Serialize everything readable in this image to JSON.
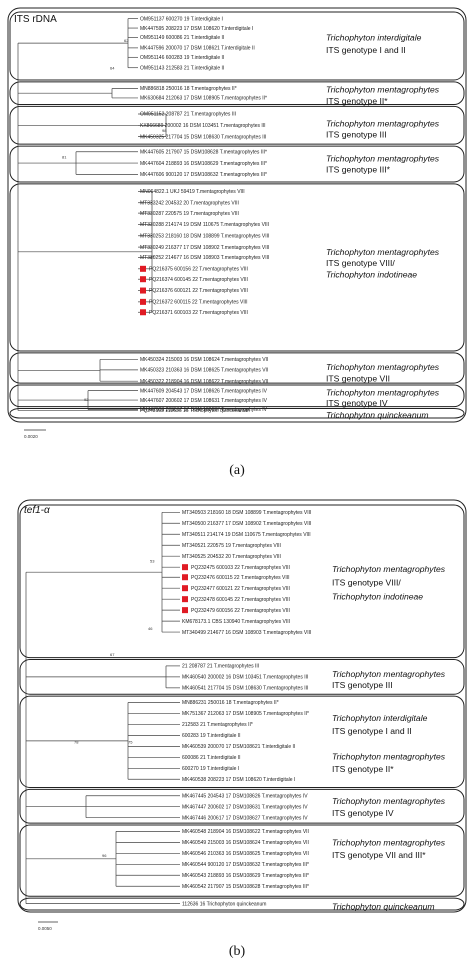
{
  "panels": [
    {
      "id": "a",
      "title": "ITS rDNA",
      "caption": "(a)",
      "scale_label": "0.0020",
      "groups": [
        {
          "label_lines": [
            {
              "t": "Trichophyton interdigitale",
              "i": true
            },
            {
              "t": "ITS genotype I and II",
              "i": false
            }
          ],
          "leaves": [
            {
              "t": "OM951137 600270 19 T.interdigitale I"
            },
            {
              "t": "MK447595 208223 17 DSM 108620 T.interdigitale I"
            },
            {
              "t": "OM951149 600086 21 T.interdigitale II"
            },
            {
              "t": "MK447596 200070 17 DSM 108621 T.interdigitale II"
            },
            {
              "t": "OM951146 600283 19 T.interdigitale II"
            },
            {
              "t": "OM951143 212583 21 T.interdigitale II"
            }
          ]
        },
        {
          "label_lines": [
            {
              "t": "Trichophyton mentagrophytes",
              "i": true
            },
            {
              "t": "ITS genotype II*",
              "i": false
            }
          ],
          "leaves": [
            {
              "t": "MN886818 250016 18 T.mentagrophytes II*"
            },
            {
              "t": "MK630684 212063 17 DSM 108905 T.mentagrophytes II*"
            }
          ]
        },
        {
          "label_lines": [
            {
              "t": "Trichophyton mentagrophytes",
              "i": true
            },
            {
              "t": "ITS genotype III",
              "i": false
            }
          ],
          "leaves": [
            {
              "t": "OM951152 208787 21 T.mentagrophytes III"
            },
            {
              "t": "KX866689 200002 16 DSM 103451 T.mentagrophytes III"
            },
            {
              "t": "MK450325 217704 15 DSM 108630 T.mentagrophytes III"
            }
          ]
        },
        {
          "label_lines": [
            {
              "t": "Trichophyton mentagrophytes",
              "i": true
            },
            {
              "t": "ITS genotype III*",
              "i": false
            }
          ],
          "leaves": [
            {
              "t": "MK447605 217907 15 DSM108628 T.mentagrophytes III*"
            },
            {
              "t": "MK447604 218893 16 DSM108629 T.mentagrophytes III*"
            },
            {
              "t": "MK447606 900120 17 DSM108632 T.mentagrophytes III*"
            }
          ]
        },
        {
          "label_lines": [
            {
              "t": "Trichophyton mentagrophytes",
              "i": true
            },
            {
              "t": "ITS genotype VIII/",
              "i": false
            },
            {
              "t": "Trichophyton indotineae",
              "i": true
            }
          ],
          "leaves": [
            {
              "t": "MN064822.1 UKJ 59419 T.mentagrophytes VIII"
            },
            {
              "t": "MT333242 204532 20 T.mentagrophytes VIII"
            },
            {
              "t": "MT330287 220575 19 T.mentagrophytes VIII"
            },
            {
              "t": "MT330288 214174 19 DSM 110675 T.mentagrophytes VIII"
            },
            {
              "t": "MT330253 218160 18 DSM 108899 T.mentagrophytes VIII"
            },
            {
              "t": "MT330249 216377 17 DSM 108902 T.mentagrophytes VIII"
            },
            {
              "t": "MT330252 214677 16 DSM 108903 T.mentagrophytes VIII"
            },
            {
              "t": "PQ216375 600156 22 T.mentagrophytes VIII",
              "m": true
            },
            {
              "t": "PQ216374 600145 22 T.mentagrophytes VIII",
              "m": true
            },
            {
              "t": "PQ216376 600121 22 T.mentagrophytes VIII",
              "m": true
            },
            {
              "t": "PQ216372 600115 22 T.mentagrophytes VIII",
              "m": true
            },
            {
              "t": "PQ216371 600103 22 T.mentagrophytes VIII",
              "m": true
            }
          ]
        },
        {
          "label_lines": [
            {
              "t": "Trichophyton mentagrophytes",
              "i": true
            },
            {
              "t": "ITS genotype VII",
              "i": false
            }
          ],
          "leaves": [
            {
              "t": "MK450324 215003 16 DSM 108624 T.mentagrophytes VII"
            },
            {
              "t": "MK450323 210363 16 DSM 108625 T.mentagrophytes VII"
            },
            {
              "t": "MK450322 218904 16 DSM 108622 T.mentagrophytes VII"
            }
          ]
        },
        {
          "label_lines": [
            {
              "t": "Trichophyton mentagrophytes",
              "i": true
            },
            {
              "t": "ITS genotype IV",
              "i": false
            }
          ],
          "leaves": [
            {
              "t": "MK447609 204543 17 DSM 108626 T.mentagrophytes IV"
            },
            {
              "t": "MK447607 200602 17 DSM 108631 T.mentagrophytes IV"
            },
            {
              "t": "MK447608 200617 17 DSM 108627 T.mentagrophytes IV"
            }
          ]
        },
        {
          "label_lines": [
            {
              "t": "Trichophyton quinckeanum",
              "i": true
            }
          ],
          "leaves": [
            {
              "t": "PQ248103 112636 16 Trichophyton quinckeanum"
            }
          ]
        }
      ],
      "bootstraps": [
        "62",
        "64",
        "98",
        "81",
        "97",
        "92"
      ]
    },
    {
      "id": "b",
      "title": "tef1-α",
      "caption": "(b)",
      "scale_label": "0.0050",
      "groups": [
        {
          "label_lines": [
            {
              "t": "Trichophyton mentagrophytes",
              "i": true
            },
            {
              "t": "ITS genotype VIII/",
              "i": false
            },
            {
              "t": "Trichophyton indotineae",
              "i": true
            }
          ],
          "leaves": [
            {
              "t": "MT340503 218160 18 DSM 108899 T.mentagrophytes VIII"
            },
            {
              "t": "MT340500 216377 17 DSM 108902 T.mentagrophytes VIII"
            },
            {
              "t": "MT340511 214174 19 DSM 110675 T.mentagrophytes VIII"
            },
            {
              "t": "MT340521 220575 19 T.mentagrophytes VIII"
            },
            {
              "t": "MT340525 204532 20 T.mentagrophytes VIII"
            },
            {
              "t": "PQ232475 600103 22 T.mentagrophytes VIII",
              "m": true
            },
            {
              "t": "PQ232476 600115 22 T.mentagrophytes VIII",
              "m": true
            },
            {
              "t": "PQ232477 600121 22 T.mentagrophytes VIII",
              "m": true
            },
            {
              "t": "PQ232478 600145 22 T.mentagrophytes VIII",
              "m": true
            },
            {
              "t": "PQ232479 600156 22 T.mentagrophytes VIII",
              "m": true
            },
            {
              "t": "KM678173.1 CBS 130940 T.mentagrophytes VIII"
            },
            {
              "t": "MT340499 214677 16 DSM 108903 T.mentagrophytes VIII"
            }
          ]
        },
        {
          "label_lines": [
            {
              "t": "Trichophyton mentagrophytes",
              "i": true
            },
            {
              "t": "ITS genotype III",
              "i": false
            }
          ],
          "leaves": [
            {
              "t": "21 208787 21 T.mentagrophytes III"
            },
            {
              "t": "MK460540 200002 16 DSM 103451 T.mentagrophytes III"
            },
            {
              "t": "MK460541 217704 15 DSM 108630 T.mentagrophytes III"
            }
          ]
        },
        {
          "label_lines": [
            {
              "t": "Trichophyton interdigitale",
              "i": true
            },
            {
              "t": "ITS genotype I and II",
              "i": false
            },
            {
              "t": "",
              "i": false
            },
            {
              "t": "Trichophyton mentagrophytes",
              "i": true
            },
            {
              "t": "ITS genotype II*",
              "i": false
            }
          ],
          "leaves": [
            {
              "t": "MN886231 250016 18 T.mentagrophytes II*"
            },
            {
              "t": "MK751367 212063 17 DSM 108905 T.mentagrophytes II*"
            },
            {
              "t": "212583 21 T.mentagrophytes II*"
            },
            {
              "t": "600283 19 T.interdigitale II"
            },
            {
              "t": "MK460539 200070 17 DSM108621 T.interdigitale II"
            },
            {
              "t": "600086 21 T.interdigitale II"
            },
            {
              "t": "600270 19 T.interdigitale I"
            },
            {
              "t": "MK460538 208223 17 DSM 108620 T.interdigitale I"
            }
          ]
        },
        {
          "label_lines": [
            {
              "t": "Trichophyton mentagrophytes",
              "i": true
            },
            {
              "t": "ITS genotype IV",
              "i": false
            }
          ],
          "leaves": [
            {
              "t": "MK467445 204543 17 DSM108626 T.mentagrophytes IV"
            },
            {
              "t": "MK467447 200602 17 DSM108631 T.mentagrophytes IV"
            },
            {
              "t": "MK467446 200617 17 DSM108627 T.mentagrophytes IV"
            }
          ]
        },
        {
          "label_lines": [
            {
              "t": "Trichophyton mentagrophytes",
              "i": true
            },
            {
              "t": "ITS genotype VII and III*",
              "i": false
            }
          ],
          "leaves": [
            {
              "t": "MK460548 218904 16 DSM108622 T.mentagrophytes VII"
            },
            {
              "t": "MK460549 215003 16 DSM108624 T.mentagrophytes VII"
            },
            {
              "t": "MK460546 210363 16 DSM108625 T.mentagrophytes VII"
            },
            {
              "t": "MK460544 900120 17 DSM108632 T.mentagrophytes III*"
            },
            {
              "t": "MK460543 218893 16 DSM108629 T.mentagrophytes III*"
            },
            {
              "t": "MK460542 217907 15 DSM108628 T.mentagrophytes III*"
            }
          ]
        },
        {
          "label_lines": [
            {
              "t": "Trichophyton quinckeanum",
              "i": true
            }
          ],
          "leaves": [
            {
              "t": "112636 16 Trichophyton quinckeanum"
            }
          ]
        }
      ],
      "bootstraps": [
        "53",
        "46",
        "67",
        "75",
        "78",
        "96"
      ]
    }
  ],
  "colors": {
    "marker": "#e01b24",
    "line": "#444444",
    "frame": "#222222"
  }
}
